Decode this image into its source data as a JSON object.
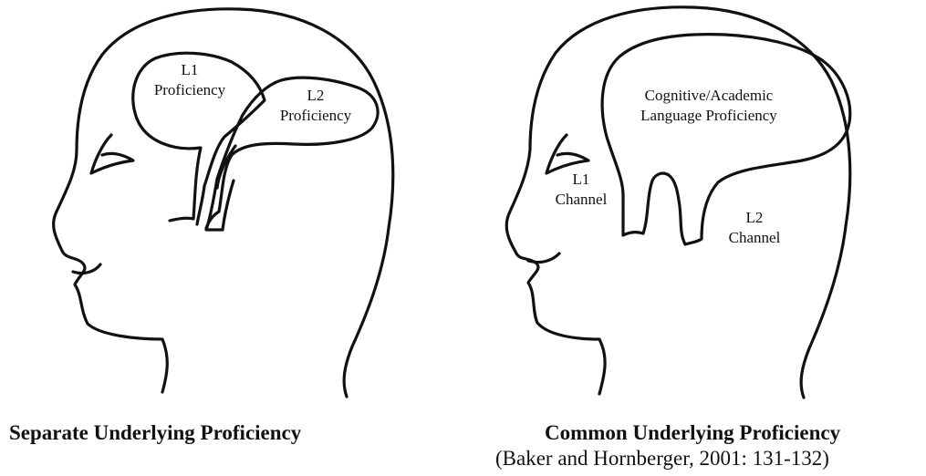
{
  "left_panel": {
    "region_1_line1": "L1",
    "region_1_line2": "Proficiency",
    "region_2_line1": "L2",
    "region_2_line2": "Proficiency",
    "caption": "Separate Underlying Proficiency"
  },
  "right_panel": {
    "region_line1": "Cognitive/Academic",
    "region_line2": "Language Proficiency",
    "channel_1_line1": "L1",
    "channel_1_line2": "Channel",
    "channel_2_line1": "L2",
    "channel_2_line2": "Channel",
    "caption": "Common Underlying Proficiency",
    "citation": "(Baker and Hornberger, 2001: 131-132)"
  }
}
